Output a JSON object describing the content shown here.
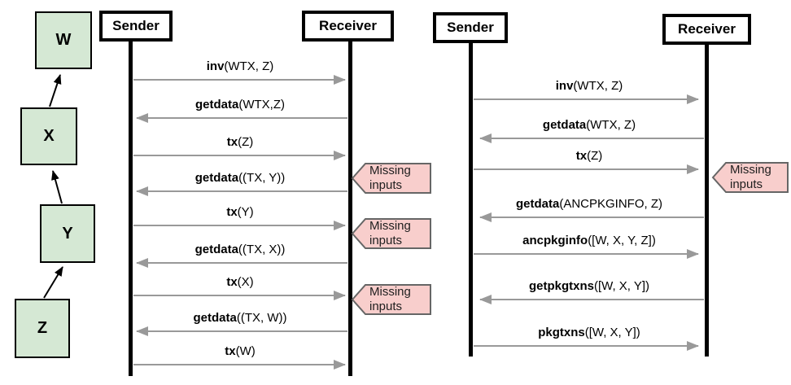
{
  "chain": {
    "nodes": [
      {
        "label": "W"
      },
      {
        "label": "X"
      },
      {
        "label": "Y"
      },
      {
        "label": "Z"
      }
    ]
  },
  "diagrams": [
    {
      "sender_label": "Sender",
      "receiver_label": "Receiver",
      "messages": [
        {
          "method": "inv",
          "args": "(WTX, Z)",
          "direction": "right"
        },
        {
          "method": "getdata",
          "args": "(WTX,Z)",
          "direction": "left"
        },
        {
          "method": "tx",
          "args": "(Z)",
          "direction": "right"
        },
        {
          "method": "getdata",
          "args": "((TX, Y))",
          "direction": "left"
        },
        {
          "method": "tx",
          "args": "(Y)",
          "direction": "right"
        },
        {
          "method": "getdata",
          "args": "((TX, X))",
          "direction": "left"
        },
        {
          "method": "tx",
          "args": "(X)",
          "direction": "right"
        },
        {
          "method": "getdata",
          "args": "((TX, W))",
          "direction": "left"
        },
        {
          "method": "tx",
          "args": "(W)",
          "direction": "right"
        }
      ],
      "annotations": [
        {
          "line1": "Missing",
          "line2": "inputs"
        },
        {
          "line1": "Missing",
          "line2": "inputs"
        },
        {
          "line1": "Missing",
          "line2": "inputs"
        }
      ]
    },
    {
      "sender_label": "Sender",
      "receiver_label": "Receiver",
      "messages": [
        {
          "method": "inv",
          "args": "(WTX, Z)",
          "direction": "right"
        },
        {
          "method": "getdata",
          "args": "(WTX, Z)",
          "direction": "left"
        },
        {
          "method": "tx",
          "args": "(Z)",
          "direction": "right"
        },
        {
          "method": "getdata",
          "args": "(ANCPKGINFO, Z)",
          "direction": "left"
        },
        {
          "method": "ancpkginfo",
          "args": "([W, X, Y, Z])",
          "direction": "right"
        },
        {
          "method": "getpkgtxns",
          "args": "([W, X, Y])",
          "direction": "left"
        },
        {
          "method": "pkgtxns",
          "args": "([W, X, Y])",
          "direction": "right"
        }
      ],
      "annotations": [
        {
          "line1": "Missing",
          "line2": "inputs"
        }
      ]
    }
  ],
  "colors": {
    "node_fill": "#d5e8d4",
    "node_border": "#000000",
    "annotation_fill": "#f8cecc",
    "annotation_border": "#666666",
    "message_arrow": "#999999",
    "lifeline": "#000000",
    "background": "#ffffff"
  }
}
